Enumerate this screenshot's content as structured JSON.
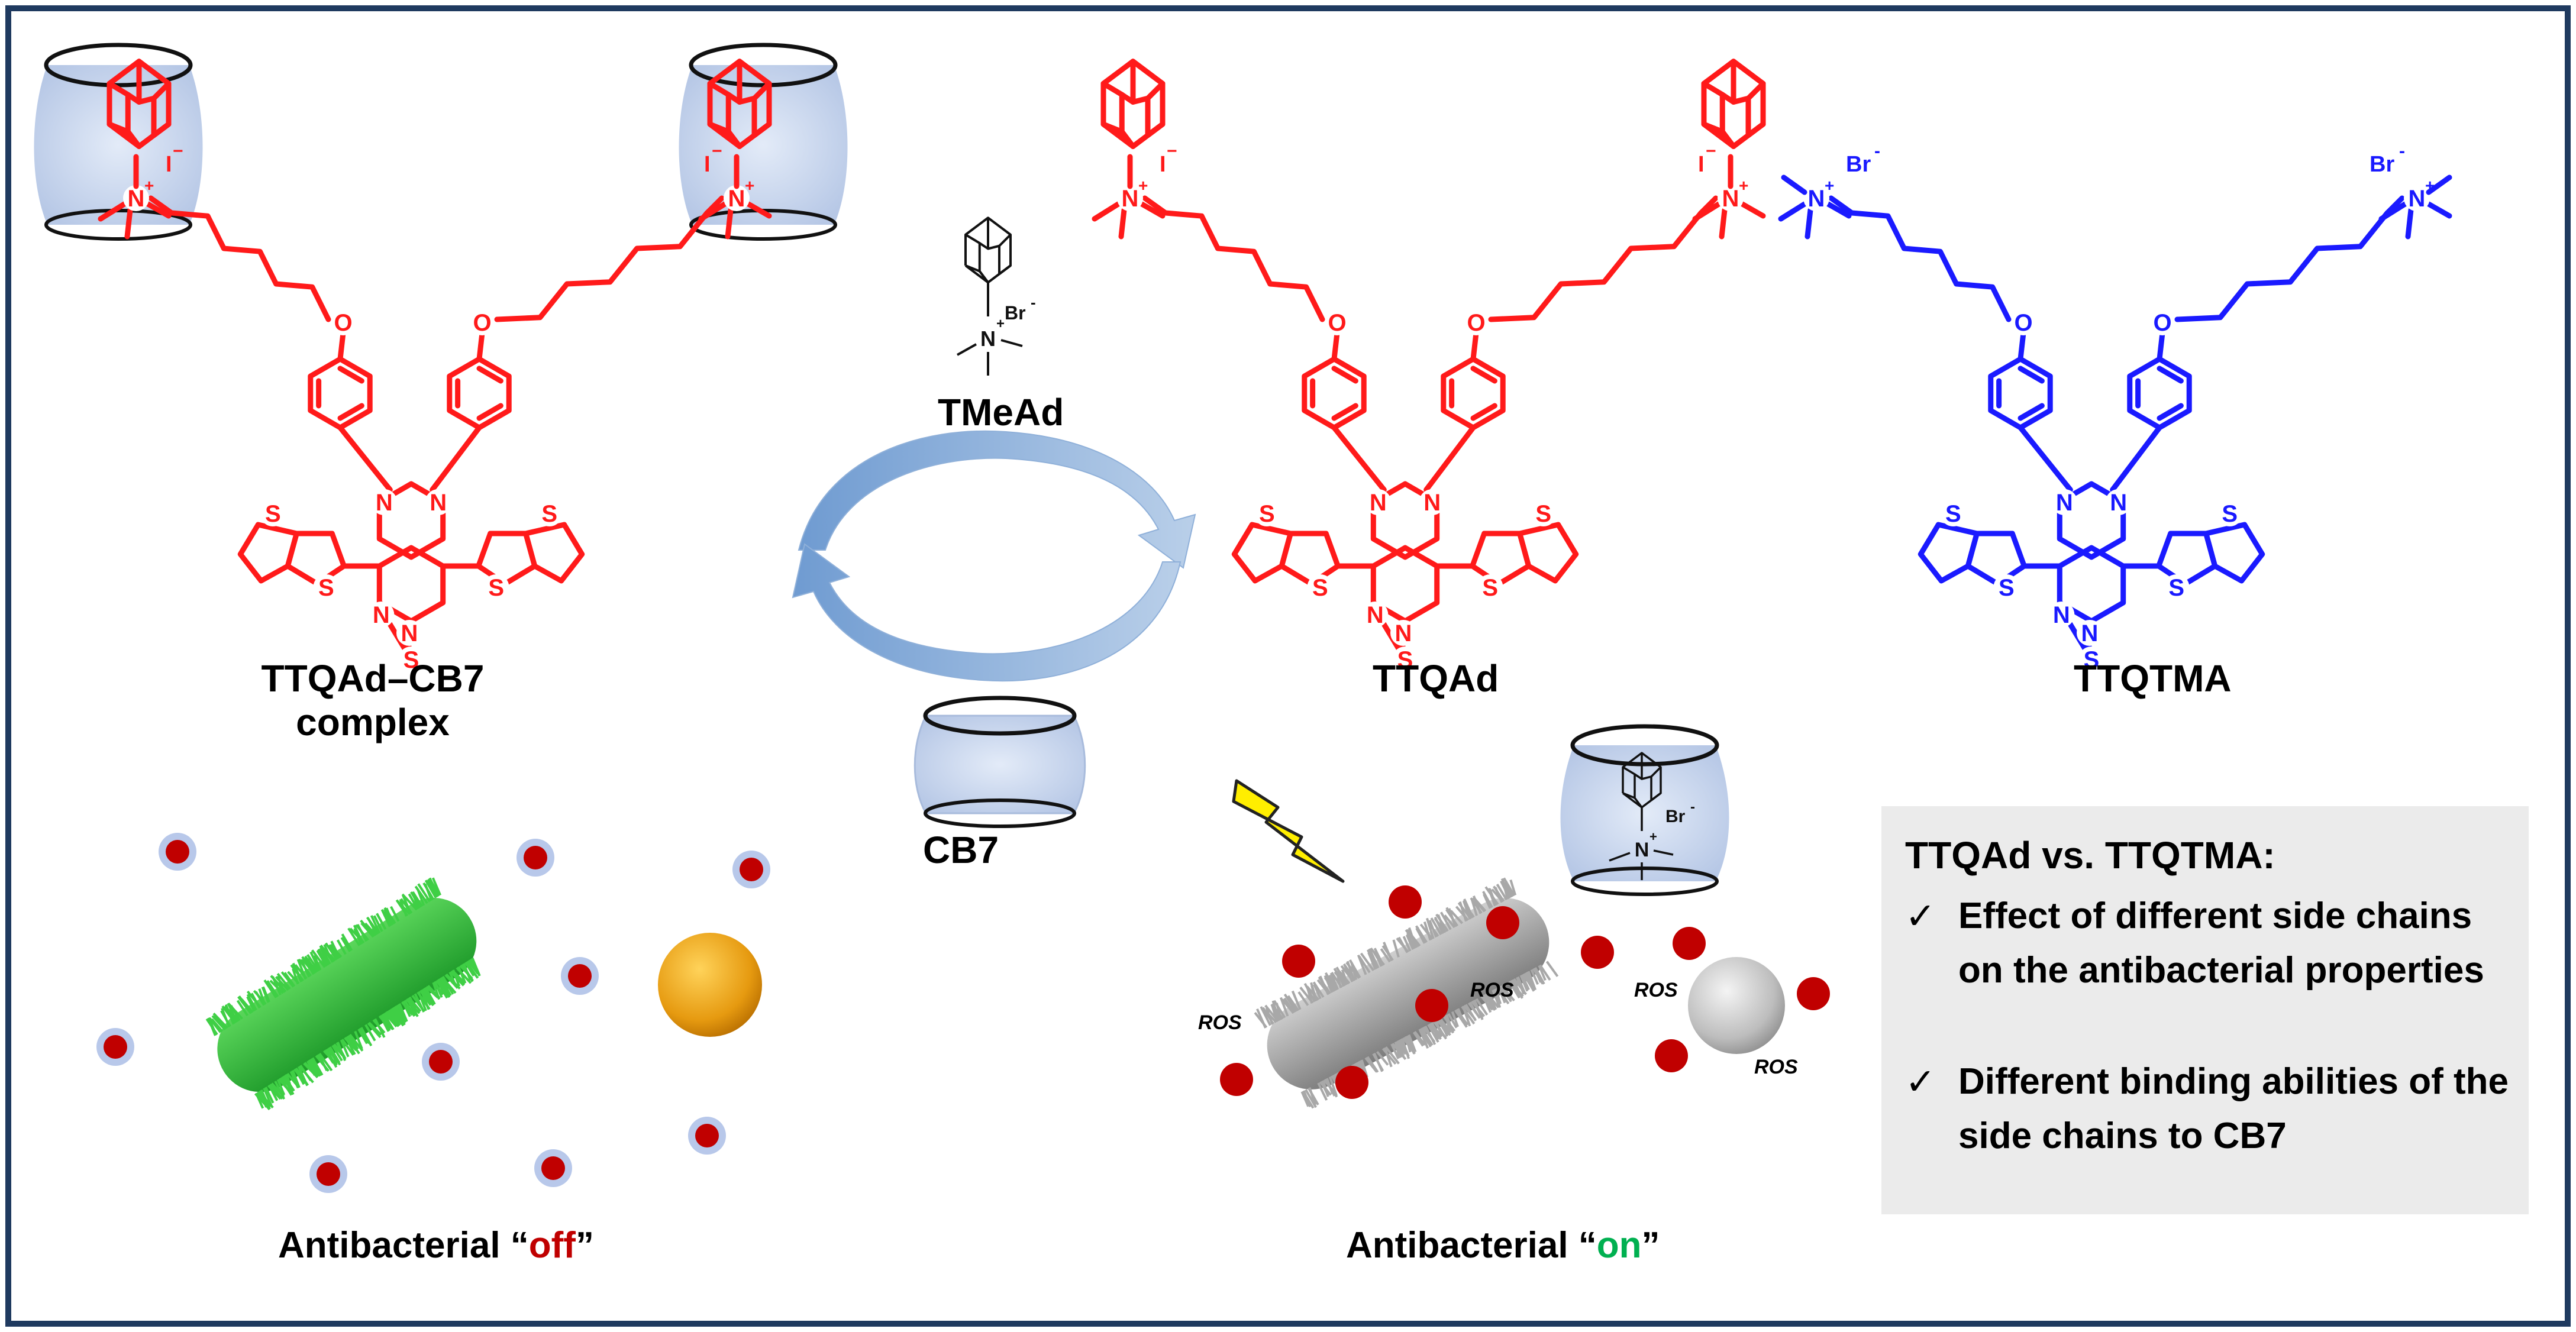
{
  "labels": {
    "complex_line1": "TTQAd–CB7",
    "complex_line2": "complex",
    "tmead": "TMeAd",
    "cb7": "CB7",
    "ttqad": "TTQAd",
    "ttqtma": "TTQTMA",
    "off_prefix": "Antibacterial “",
    "off_word": "off",
    "off_suffix": "”",
    "on_prefix": "Antibacterial “",
    "on_word": "on",
    "on_suffix": "”",
    "ros": "ROS"
  },
  "atoms": {
    "N": "N",
    "O": "O",
    "S": "S",
    "N_plus": "N",
    "plus": "+",
    "iodide": "I",
    "bromide": "Br",
    "minus": "−",
    "bromide_minus": "-"
  },
  "infobox": {
    "title": "TTQAd vs. TTQTMA:",
    "check": "✓",
    "points": [
      "Effect of different side chains on the antibacterial properties",
      "Different binding abilities of the side chains to CB7"
    ]
  },
  "colors": {
    "frame": "#1f3a5f",
    "red": "#ff1a1a",
    "blue": "#1a1aff",
    "off_word": "#c00000",
    "on_word": "#00b050",
    "cb7_fill": "#c9d7ef",
    "dot": "#c00000"
  }
}
